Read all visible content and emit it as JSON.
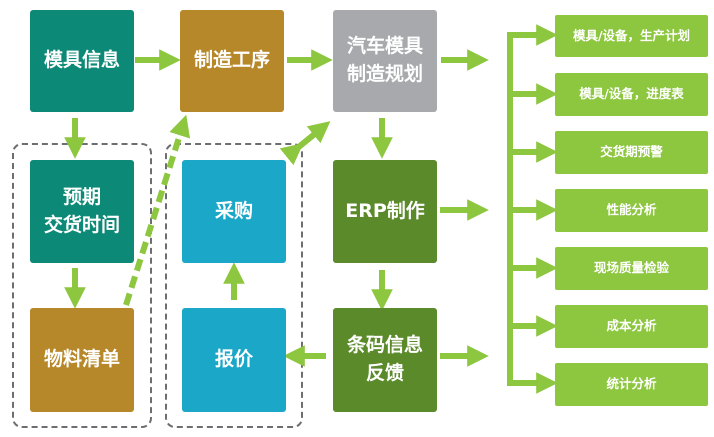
{
  "boxes": {
    "mold_info": "模具信息",
    "manufacturing_process": "制造工序",
    "auto_mold_planning": "汽车模具\n制造规划",
    "estimated_delivery": "预期\n交货时间",
    "purchasing": "采购",
    "erp": "ERP制作",
    "bom": "物料清单",
    "quotation": "报价",
    "barcode_feedback": "条码信息\n反馈"
  },
  "outputs": [
    "模具/设备，生产计划",
    "模具/设备，进度表",
    "交货期预警",
    "性能分析",
    "现场质量检验",
    "成本分析",
    "统计分析"
  ],
  "colors": {
    "arrow": "#8dc63f",
    "teal": "#0d8a77",
    "gold": "#b7882a",
    "grey": "#a7a9ac",
    "blue": "#1ba7c8",
    "dark_green": "#5b8a2b",
    "output_green": "#8dc63f",
    "dashed_border": "#6d6e71"
  }
}
